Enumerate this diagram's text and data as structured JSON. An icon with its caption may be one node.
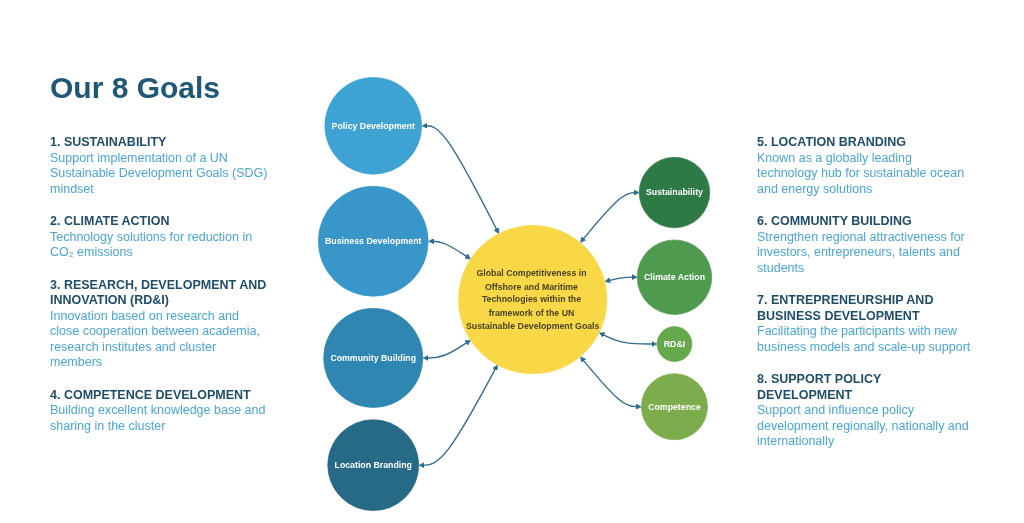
{
  "diagram": {
    "title": "Our 8 Goals",
    "nodes": [
      {
        "text": [
          "Sustainability"
        ]
      },
      {
        "text": [
          "Policy Development"
        ]
      },
      {
        "text": [
          "Climate Action"
        ]
      },
      {
        "text": [
          "Business Development"
        ]
      },
      {
        "text": [
          "Global Competitiveness in Offshore and Maritime Technologies within the framework of the UN Sustainable Development Goals"
        ]
      },
      {
        "text": [
          "RD&I"
        ]
      },
      {
        "text": [
          "Community Building"
        ]
      },
      {
        "text": [
          "Competence"
        ]
      },
      {
        "text": [
          "Location Branding"
        ]
      }
    ],
    "edges": [
      {
        "from": 4,
        "to": 0,
        "arrow": "both"
      },
      {
        "from": 1,
        "to": 4,
        "arrow": "both"
      },
      {
        "from": 4,
        "to": 2,
        "arrow": "both"
      },
      {
        "from": 3,
        "to": 4,
        "arrow": "both"
      },
      {
        "from": 4,
        "to": 5,
        "arrow": "both"
      },
      {
        "from": 6,
        "to": 4,
        "arrow": "both"
      },
      {
        "from": 4,
        "to": 7,
        "arrow": "both"
      },
      {
        "from": 8,
        "to": 4,
        "arrow": "both"
      }
    ],
    "labels": [
      "1. SUSTAINABILITY",
      "Support implementation of a UN Sustainable Development Goals (SDG) mindset",
      "2. CLIMATE ACTION",
      "Technology solutions for reduction in CO₂ emissions",
      "3. RESEARCH, DEVELOPMENT AND INNOVATION (RD&I)",
      "Innovation based on research and close cooperation between academia, research institutes and cluster members",
      "4. COMPETENCE DEVELOPMENT",
      "Building excellent knowledge base and sharing in the cluster",
      "5. LOCATION BRANDING",
      "Known as a globally leading technology hub for sustainable ocean and energy solutions",
      "6. COMMUNITY BUILDING",
      "Strengthen regional attractiveness for investors, entrepreneurs, talents and students",
      "7. ENTREPRENEURSHIP AND BUSINESS DEVELOPMENT",
      "Facilitating the participants with new business models and scale-up support",
      "8. SUPPORT POLICY DEVELOPMENT",
      "Support and influence policy development regionally, nationally and internationally"
    ]
  }
}
